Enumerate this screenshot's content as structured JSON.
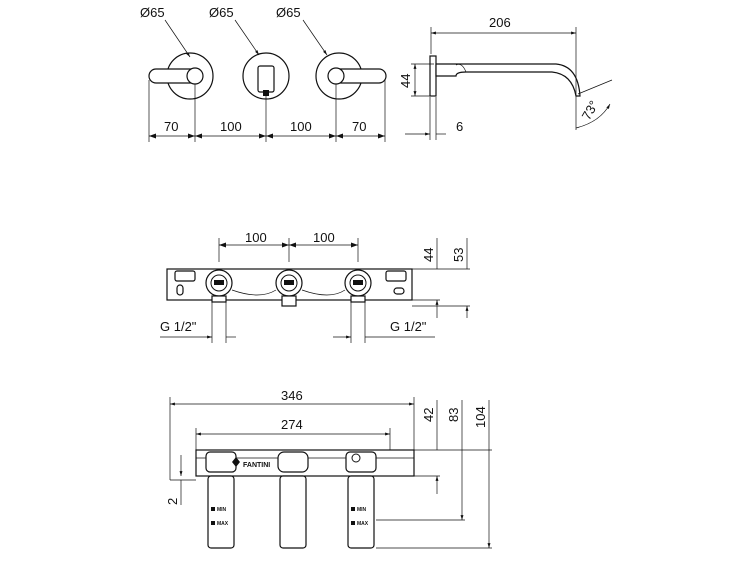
{
  "front_view": {
    "diameter_left": "Ø65",
    "diameter_center": "Ø65",
    "diameter_right": "Ø65",
    "spacing": [
      "70",
      "100",
      "100",
      "70"
    ]
  },
  "side_view": {
    "spout_length": "206",
    "height": "44",
    "plate_thickness": "6",
    "angle": "73°"
  },
  "body_front": {
    "spacing_left": "100",
    "spacing_right": "100",
    "height_44": "44",
    "height_53": "53",
    "thread_left": "G 1/2\"",
    "thread_right": "G 1/2\""
  },
  "body_top": {
    "overall_width": "346",
    "inner_width": "274",
    "depth_42": "42",
    "depth_83": "83",
    "depth_104": "104",
    "offset_2": "2",
    "brand": "FANTINI",
    "min_label": "MIN",
    "max_label": "MAX"
  }
}
